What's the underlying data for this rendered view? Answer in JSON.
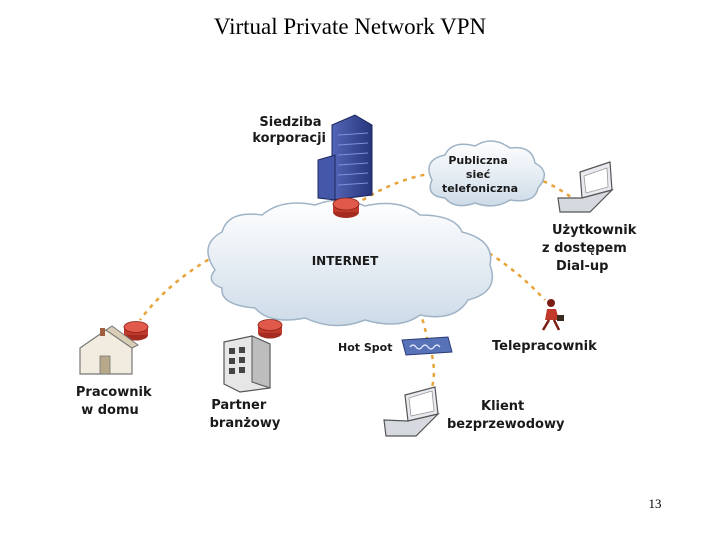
{
  "title": "Virtual Private Network VPN",
  "page_number": "13",
  "nodes": {
    "headquarters": [
      "Siedziba",
      "korporacji"
    ],
    "pstn": [
      "Publiczna",
      "sieć",
      "telefoniczna"
    ],
    "dialup_user": [
      "Użytkownik",
      "z dostępem",
      "Dial-up"
    ],
    "internet": "INTERNET",
    "teleworker": "Telepracownik",
    "hotspot": "Hot Spot",
    "home_worker": [
      "Pracownik",
      "w domu"
    ],
    "partner": [
      "Partner",
      "branżowy"
    ],
    "wireless_client": [
      "Klient",
      "bezprzewodowy"
    ]
  },
  "colors": {
    "link": "#e8a33a",
    "cloud_fill": "#d8e4ef",
    "cloud_stroke": "#9fb3c6",
    "router": "#c0392b",
    "building": "#3b4fa0"
  }
}
